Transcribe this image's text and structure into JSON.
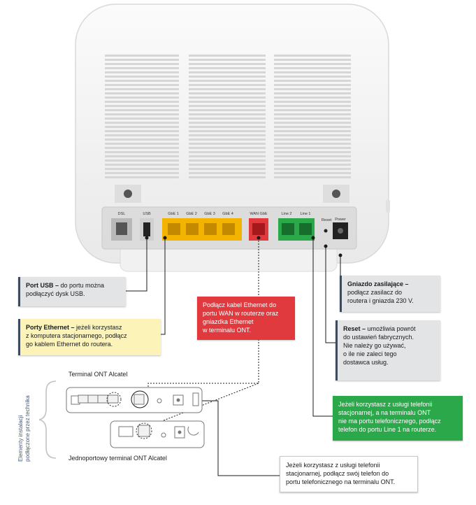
{
  "router": {
    "ports": [
      "DSL",
      "USB",
      "GbE 1",
      "GbE 2",
      "GbE 3",
      "GbE 4",
      "WAN GbE",
      "Line 2",
      "Line 1",
      "Reset",
      "Power"
    ]
  },
  "callouts": {
    "usb": {
      "title": "Port USB –",
      "text1": " do portu można",
      "text2": "podłączyć dysk USB."
    },
    "ethernet": {
      "title": "Porty Ethernet –",
      "text1": " jeżeli korzystasz",
      "text2": "z komputera stacjonarnego, podłącz",
      "text3": "go kablem Ethernet do routera."
    },
    "wan": {
      "l1": "Podłącz kabel Ethernet do",
      "l2": "portu WAN w routerze oraz",
      "l3": "gniazdka Ethernet",
      "l4": "w terminalu ONT."
    },
    "power": {
      "title": "Gniazdo zasilające –",
      "l2": "podłącz zasilacz do",
      "l3": "routera i gniazda 230 V."
    },
    "reset": {
      "title": "Reset –",
      "text1": " umożliwia powrót",
      "l2": "do ustawień fabrycznych.",
      "l3": "Nie należy go używać,",
      "l4": "o ile nie zaleci tego",
      "l5": "dostawca usług."
    },
    "line1": {
      "l1": "Jeżeli korzystasz z usługi telefonii",
      "l2": "stacjonarnej, a na terminalu ONT",
      "l3": "nie ma portu telefonicznego, podłącz",
      "l4": "telefon do portu Line 1 na routerze."
    },
    "ont_phone": {
      "l1": "Jeżeli korzystasz z usługi telefonii",
      "l2": "stacjonarnej, podłącz swój telefon do",
      "l3": "portu telefonicznego na terminalu ONT."
    }
  },
  "labels": {
    "ont_top": "Terminal ONT Alcatel",
    "ont_bottom": "Jednoportowy terminal ONT Alcatel",
    "side_1": "Elementy instalacji",
    "side_2": "podłączone przez technika"
  },
  "colors": {
    "ethernet_yellow": "#f2b400",
    "wan_red": "#e03a3e",
    "line_green": "#2aa84a",
    "leader": "#1a1a1a"
  }
}
